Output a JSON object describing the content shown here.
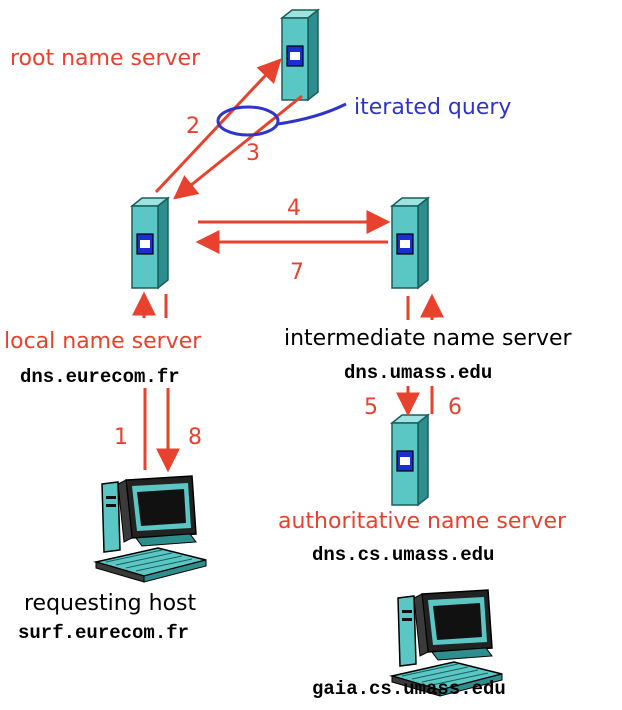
{
  "colors": {
    "arrow": "#e8412e",
    "label_red": "#e8412e",
    "label_blue": "#2e35c8",
    "text": "#000000",
    "server_face": "#5bc7c4",
    "server_side": "#2d8f8d",
    "server_top": "#9fe3e0",
    "screen_blue": "#1a2fd0"
  },
  "servers": {
    "root": {
      "label": "root name server"
    },
    "local": {
      "label": "local name server",
      "host": "dns.eurecom.fr"
    },
    "intermediate": {
      "label": "intermediate name server",
      "host": "dns.umass.edu"
    },
    "authoritative": {
      "label": "authoritative name server",
      "host": "dns.cs.umass.edu"
    }
  },
  "hosts": {
    "requesting": {
      "label": "requesting host",
      "host": "surf.eurecom.fr"
    },
    "target": {
      "host": "gaia.cs.umass.edu"
    }
  },
  "annotation": {
    "label": "iterated query"
  },
  "steps": [
    "1",
    "2",
    "3",
    "4",
    "5",
    "6",
    "7",
    "8"
  ]
}
